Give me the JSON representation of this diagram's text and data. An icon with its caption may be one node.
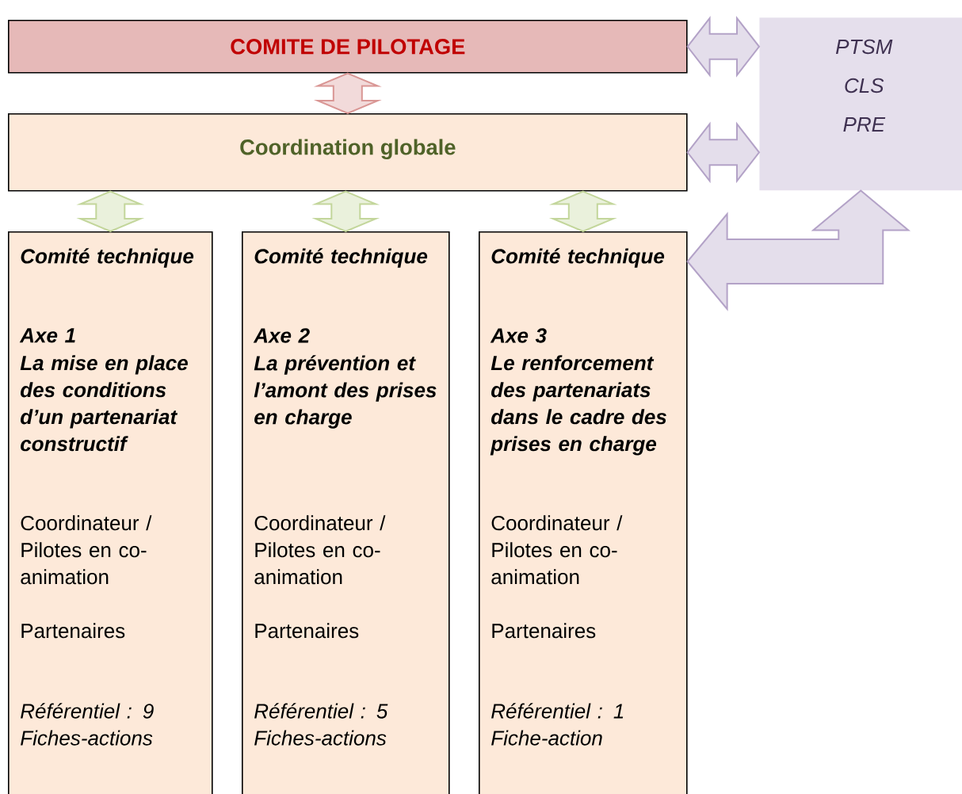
{
  "diagram": {
    "nodes": [
      {
        "text": [
          "COMITE DE PILOTAGE"
        ]
      },
      {
        "text": [
          "Coordination globale"
        ]
      },
      {
        "text": [
          "Comité technique",
          "Axe 1",
          "La mise en place des conditions d’un partenariat constructif",
          "Coordinateur / Pilotes en co-animation",
          "Partenaires",
          "Référentiel : 9 Fiches-actions"
        ]
      },
      {
        "text": [
          "Comité technique",
          "Axe 2",
          "La prévention et l’amont des prises en charge",
          "Coordinateur / Pilotes en co-animation",
          "Partenaires",
          "Référentiel : 5 Fiches-actions"
        ]
      },
      {
        "text": [
          "Comité technique",
          "Axe 3",
          "Le renforcement des partenariats dans le cadre des prises en charge",
          "Coordinateur / Pilotes en co-animation",
          "Partenaires",
          "Référentiel : 1 Fiche-action"
        ]
      },
      {
        "text": [
          "PTSM",
          "CLS",
          "PRE"
        ]
      }
    ],
    "edges": [
      {
        "from": 0,
        "to": 1,
        "arrow": "both",
        "color": "#d99694"
      },
      {
        "from": 1,
        "to": 2,
        "arrow": "both",
        "color": "#c3d69b"
      },
      {
        "from": 1,
        "to": 3,
        "arrow": "both",
        "color": "#c3d69b"
      },
      {
        "from": 1,
        "to": 4,
        "arrow": "both",
        "color": "#c3d69b"
      },
      {
        "from": 0,
        "to": 5,
        "arrow": "both",
        "color": "#b3a2c7"
      },
      {
        "from": 1,
        "to": 5,
        "arrow": "both",
        "color": "#b3a2c7"
      },
      {
        "from": 5,
        "to": 4,
        "arrow": "both",
        "color": "#b3a2c7"
      }
    ]
  }
}
